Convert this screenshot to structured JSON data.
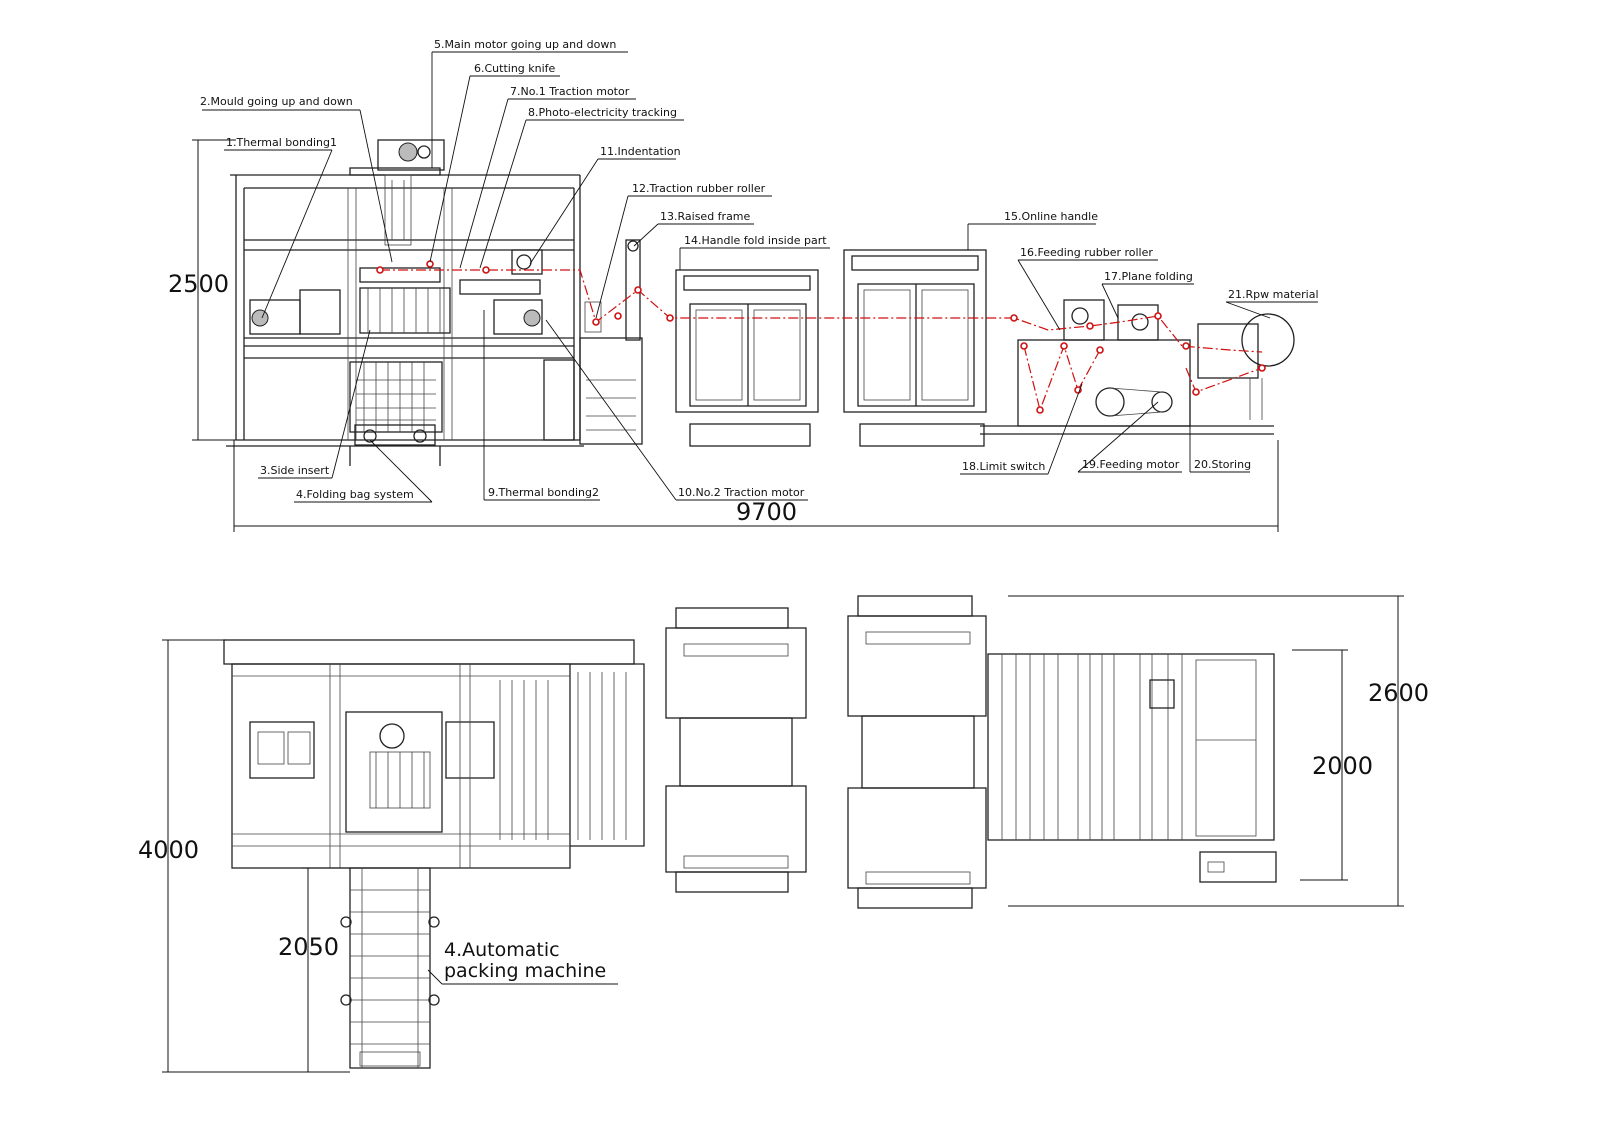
{
  "labels": [
    {
      "id": "l5",
      "text": "5.Main motor going up and down"
    },
    {
      "id": "l6",
      "text": "6.Cutting knife"
    },
    {
      "id": "l2",
      "text": "2.Mould going up and down"
    },
    {
      "id": "l7",
      "text": "7.No.1 Traction motor"
    },
    {
      "id": "l8",
      "text": "8.Photo-electricity tracking"
    },
    {
      "id": "l1",
      "text": "1.Thermal bonding1"
    },
    {
      "id": "l11",
      "text": "11.Indentation"
    },
    {
      "id": "l12",
      "text": "12.Traction rubber roller"
    },
    {
      "id": "l13",
      "text": "13.Raised frame"
    },
    {
      "id": "l14",
      "text": "14.Handle fold inside part"
    },
    {
      "id": "l15",
      "text": "15.Online handle"
    },
    {
      "id": "l16",
      "text": "16.Feeding rubber roller"
    },
    {
      "id": "l17",
      "text": "17.Plane folding"
    },
    {
      "id": "l21",
      "text": "21.Rpw material"
    },
    {
      "id": "l3",
      "text": "3.Side insert"
    },
    {
      "id": "l4",
      "text": "4.Folding bag system"
    },
    {
      "id": "l9",
      "text": "9.Thermal bonding2"
    },
    {
      "id": "l10",
      "text": "10.No.2 Traction motor"
    },
    {
      "id": "l18",
      "text": "18.Limit switch"
    },
    {
      "id": "l19",
      "text": "19.Feeding motor"
    },
    {
      "id": "l20",
      "text": "20.Storing"
    }
  ],
  "dimensions": {
    "side_height": "2500",
    "side_length": "9700",
    "plan_height": "4000",
    "packing_offset": "2050",
    "plan_width_outer": "2600",
    "plan_width_inner": "2000"
  },
  "packing_machine": {
    "line1": "4.Automatic",
    "line2": "packing machine"
  },
  "colors": {
    "line": "#222222",
    "web_path": "#d01010",
    "background": "#ffffff"
  }
}
